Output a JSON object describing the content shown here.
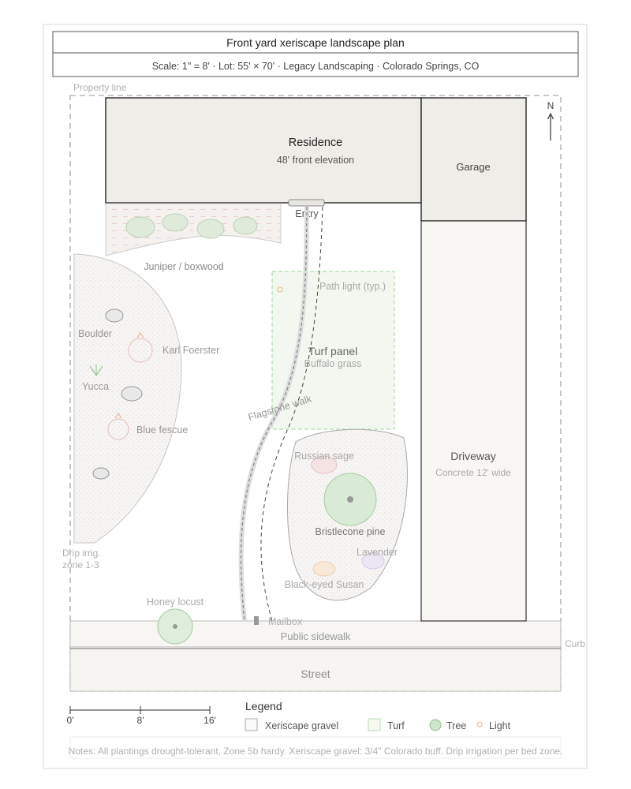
{
  "title": "Front yard xeriscape landscape plan",
  "subtitle": "Scale: 1\" = 8' · Lot: 55' × 70' · Legacy Landscaping · Colorado Springs, CO",
  "labels": {
    "property_line": "Property line",
    "north": "N",
    "residence": "Residence",
    "residence_sub": "48' front elevation",
    "garage": "Garage",
    "entry": "Entry",
    "juniper": "Juniper / boxwood",
    "path_light": "Path light (typ.)",
    "turf": "Turf panel",
    "turf_sub": "Buffalo grass",
    "boulder": "Boulder",
    "karl": "Karl Foerster",
    "yucca": "Yucca",
    "blue_fescue": "Blue fescue",
    "flagstone": "Flagstone walk",
    "russian_sage": "Russian sage",
    "bristlecone": "Bristlecone pine",
    "lavender": "Lavender",
    "black_eyed": "Black-eyed Susan",
    "drip_1": "Drip irrig.",
    "drip_2": "zone 1-3",
    "honey_locust": "Honey locust",
    "mailbox": "Mailbox",
    "sidewalk": "Public sidewalk",
    "curb": "Curb",
    "street": "Street",
    "driveway": "Driveway",
    "driveway_sub": "Concrete 12' wide"
  },
  "scale_bar": [
    "0'",
    "8'",
    "16'"
  ],
  "legend": {
    "title": "Legend",
    "items": [
      "Xeriscape gravel",
      "Turf",
      "Tree",
      "Light"
    ]
  },
  "notes": "Notes: All plantings drought-tolerant, Zone 5b hardy. Xeriscape gravel: 3/4\" Colorado buff. Drip irrigation per bed zone.",
  "colors": {
    "building_fill": "#efede8",
    "outline": "#333333",
    "gravel_fill": "#f6f4f2",
    "turf_fill": "#eef6ea",
    "turf_stroke": "#9ccf9a",
    "tree_fill": "#cfe4cc",
    "light": "#e8b878",
    "muted_text": "#a9a9a9"
  }
}
